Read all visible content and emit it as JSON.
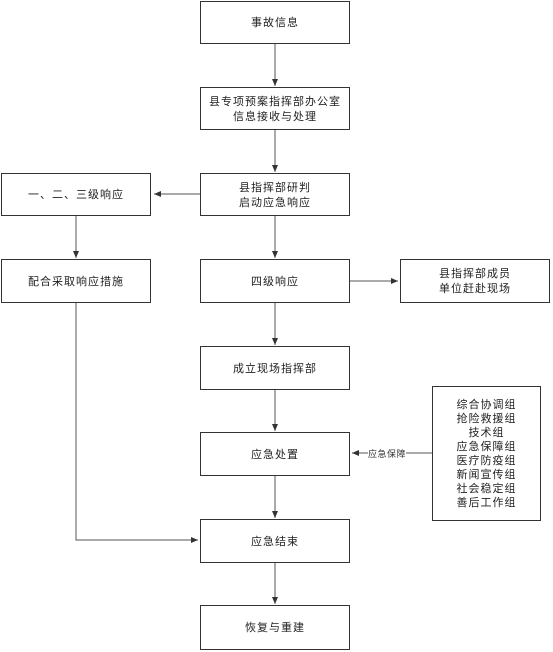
{
  "nodes": {
    "accident_info": "事故信息",
    "office_line1": "县专项预案指挥部办公室",
    "office_line2": "信息接收与处理",
    "judge_line1": "县指挥部研判",
    "judge_line2": "启动应急响应",
    "level123": "一、二、三级响应",
    "cooperate": "配合采取响应措施",
    "level4": "四级响应",
    "members_line1": "县指挥部成员",
    "members_line2": "单位赶赴现场",
    "field_hq": "成立现场指挥部",
    "disposal": "应急处置",
    "end": "应急结束",
    "recovery": "恢复与重建"
  },
  "support_label": "应急保障",
  "groups": [
    "综合协调组",
    "抢险救援组",
    "技术组",
    "应急保障组",
    "医疗防疫组",
    "新闻宣传组",
    "社会稳定组",
    "善后工作组"
  ]
}
